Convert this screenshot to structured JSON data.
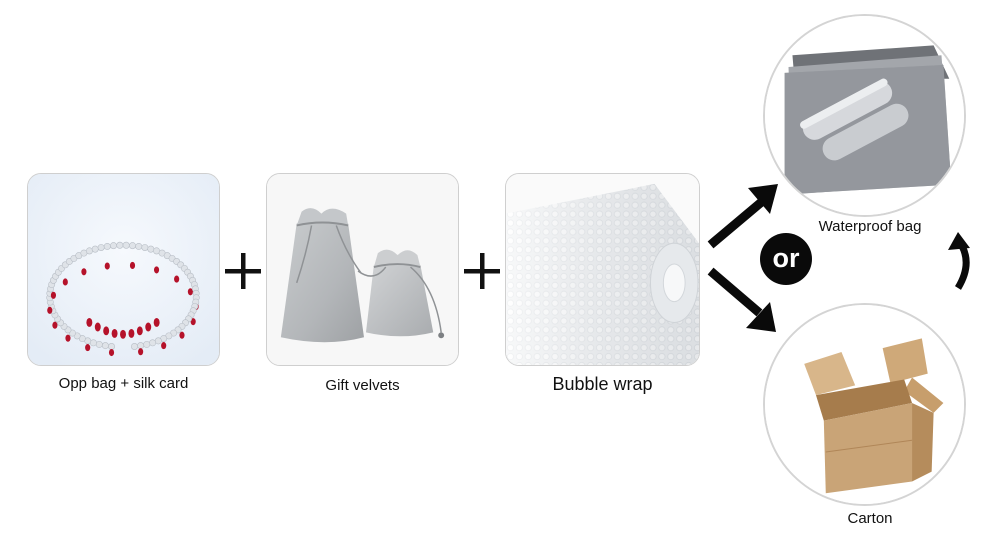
{
  "steps": [
    {
      "label": "Opp bag + silk card"
    },
    {
      "label": "Gift velvets"
    },
    {
      "label": "Bubble wrap"
    }
  ],
  "options": {
    "waterproof": {
      "label": "Waterproof bag"
    },
    "carton": {
      "label": "Carton"
    }
  },
  "or_label": "or",
  "colors": {
    "gem_red": "#b5122a",
    "velvet_gray": "#b9bcbf",
    "cardboard": "#c9a477",
    "mailer_gray": "#8c8f95"
  }
}
